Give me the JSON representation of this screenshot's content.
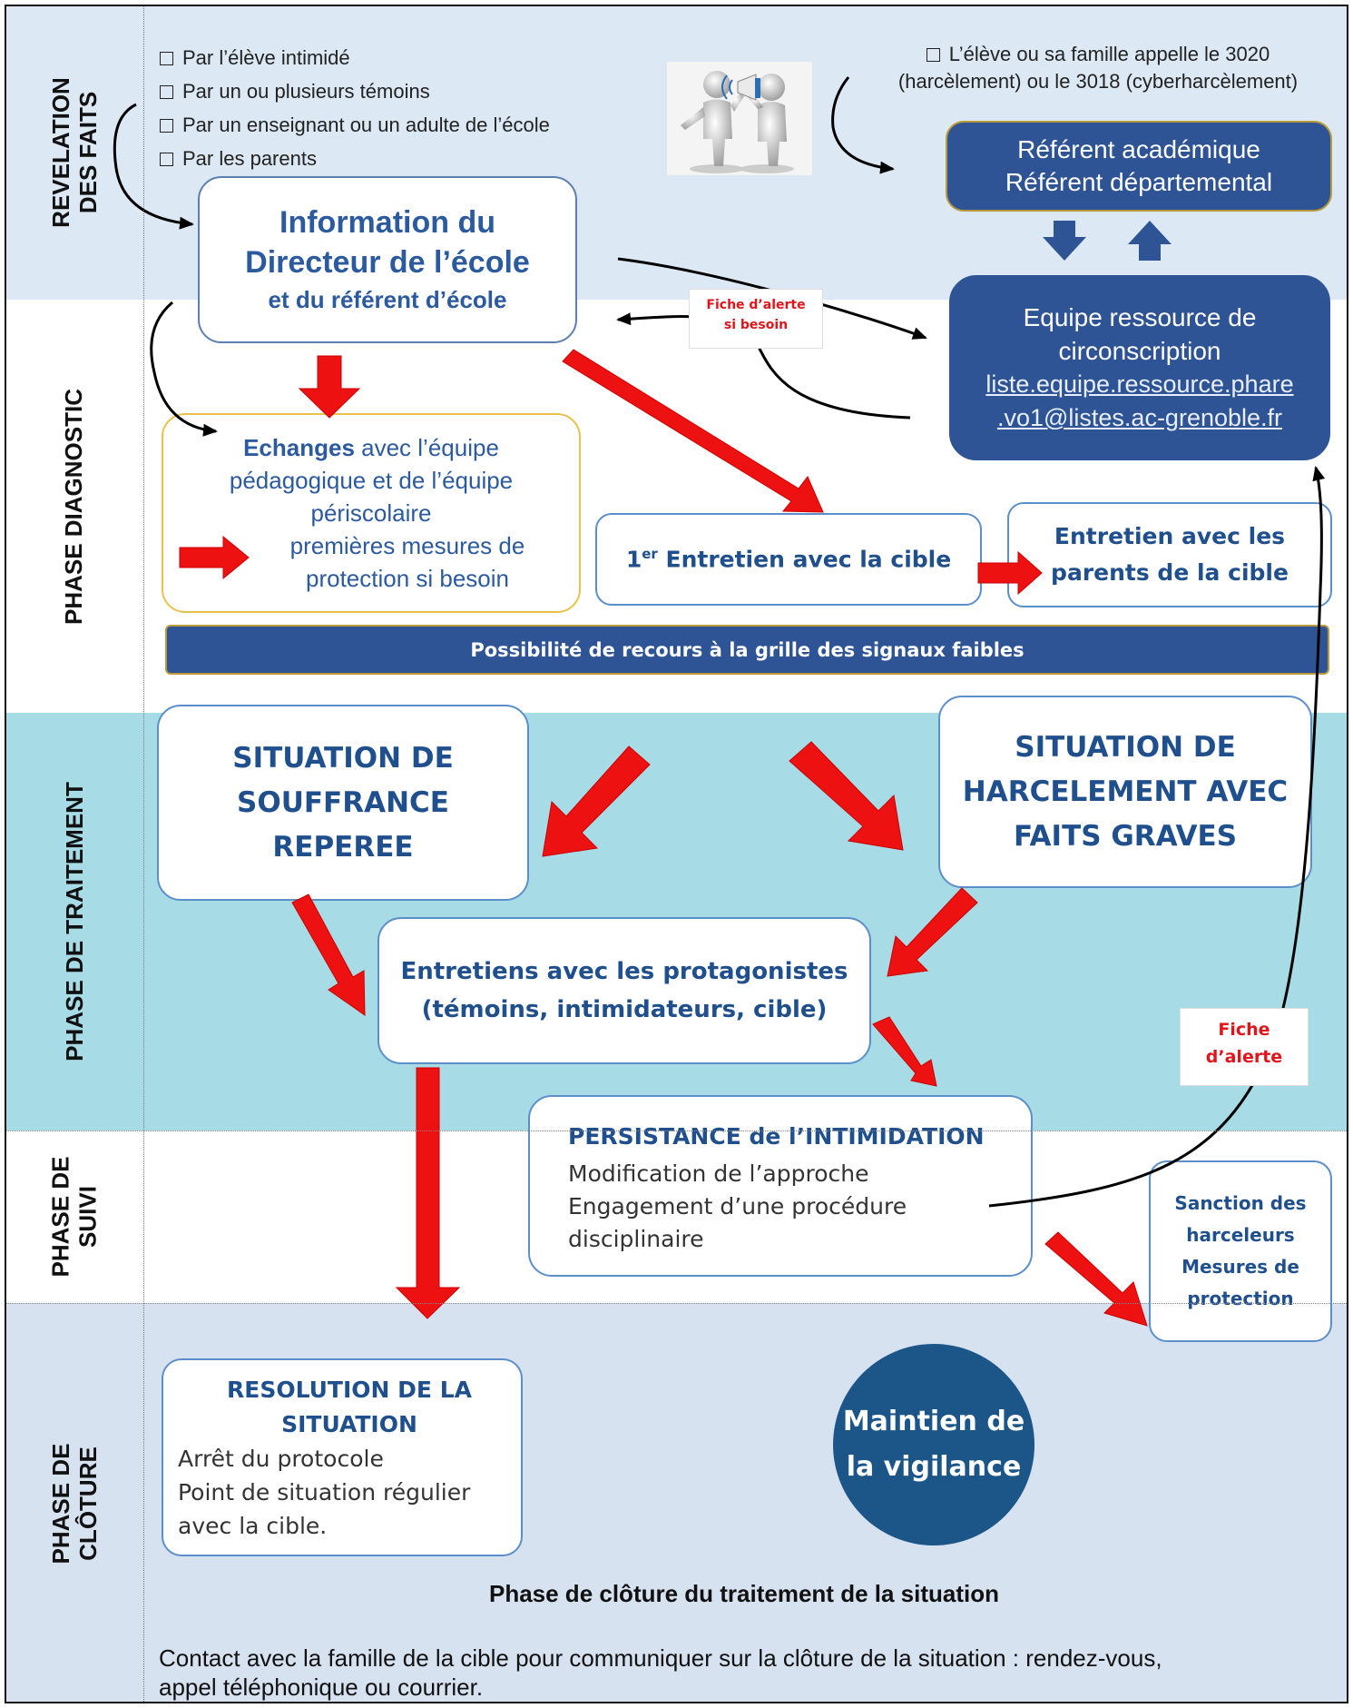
{
  "phases": {
    "revelation": "REVELATION DES FAITS",
    "diagnostic": "PHASE DIAGNOSTIC",
    "traitement": "PHASE DE TRAITEMENT",
    "suivi": "PHASE DE SUIVI",
    "cloture": "PHASE DE CLÔTURE"
  },
  "revelation_sources": [
    "Par l’élève intimidé",
    "Par un ou plusieurs témoins",
    "Par un enseignant ou un adulte de l’école",
    "Par les parents"
  ],
  "call_note": {
    "line1": "L’élève ou sa famille appelle le 3020",
    "line2": "(harcèlement) ou le 3018  (cyberharcèlement)"
  },
  "info_box": {
    "line1": "Information du",
    "line2": "Directeur de l’école",
    "line3": "et du référent d’école"
  },
  "referent_box": {
    "line1": "Référent académique",
    "line2": "Référent départemental"
  },
  "alert_small": {
    "line1": "Fiche d’alerte",
    "line2": "si besoin"
  },
  "equipe_box": {
    "line1": "Equipe ressource de",
    "line2": "circonscription",
    "link1": "liste.equipe.ressource.phare",
    "link2": ".vo1@listes.ac-grenoble.fr"
  },
  "echanges_box": {
    "bold": "Echanges",
    "line1_rest": " avec l’équipe",
    "line2": "pédagogique et de l’équipe",
    "line3": "périscolaire",
    "line4": "premières mesures de",
    "line5": "protection si besoin"
  },
  "entretien_cible": {
    "num": "1",
    "sup": "er",
    "rest": " Entretien avec la cible"
  },
  "entretien_parents": {
    "line1": "Entretien avec les",
    "line2": "parents de la cible"
  },
  "grille_bar": "Possibilité de recours à la grille des signaux faibles",
  "souffrance_box": {
    "line1": "SITUATION DE",
    "line2": "SOUFFRANCE",
    "line3": "REPEREE"
  },
  "harcelement_box": {
    "line1": "SITUATION DE",
    "line2": "HARCELEMENT AVEC",
    "line3": "FAITS GRAVES"
  },
  "protagonistes_box": {
    "line1": "Entretiens avec les protagonistes",
    "line2": "(témoins, intimidateurs, cible)"
  },
  "alert_big": {
    "line1": "Fiche",
    "line2": "d’alerte"
  },
  "persistance_box": {
    "title": "PERSISTANCE de l’INTIMIDATION",
    "line1": "Modification de l’approche",
    "line2": "Engagement d’une procédure",
    "line3": "disciplinaire"
  },
  "sanction_box": {
    "line1": "Sanction des",
    "line2": "harceleurs",
    "line3": "Mesures de",
    "line4": "protection"
  },
  "resolution_box": {
    "title1": "RESOLUTION DE LA",
    "title2": "SITUATION",
    "line1": "Arrêt du protocole",
    "line2": "Point de situation régulier",
    "line3": "avec la cible."
  },
  "vigilance_circle": {
    "line1": "Maintien de",
    "line2": "la vigilance"
  },
  "cloture": {
    "title": "Phase de clôture du traitement de la situation",
    "text1": "Contact avec la famille de la cible pour communiquer sur la clôture de la situation : rendez-vous,",
    "text2": "appel téléphonique ou courrier."
  },
  "colors": {
    "revelation_bg": "#dce8f4",
    "traitement_bg": "#a7dbe6",
    "cloture_bg": "#d7e2f1",
    "navy": "#2e5496",
    "circle": "#1c5689",
    "arrow_red": "#ee1111",
    "text_blue": "#2c5a9e"
  }
}
